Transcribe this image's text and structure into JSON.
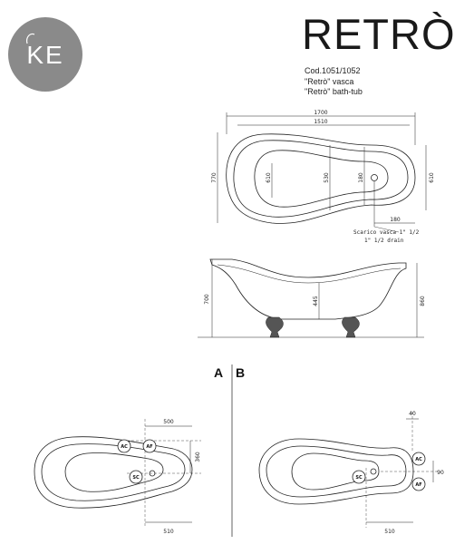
{
  "brand": {
    "logo_text": "KE",
    "color": "#8a8a8a"
  },
  "header": {
    "title": "RETRÒ",
    "code": "Cod.1051/1052",
    "line_it": "\"Retrò\" vasca",
    "line_en": "\"Retrò\" bath-tub"
  },
  "top_view": {
    "overall_length": "1700",
    "inner_length": "1510",
    "overall_width": "770",
    "left_inner": "610",
    "center_1": "530",
    "center_2": "180",
    "right_width": "610",
    "drain_offset": "180",
    "drain_note_it": "Scarico vasca 1\" 1/2",
    "drain_note_en": "1\" 1/2  drain"
  },
  "side_view": {
    "height_left": "700",
    "inner_depth": "445",
    "height_right": "860"
  },
  "sections": {
    "a": "A",
    "b": "B"
  },
  "config_a": {
    "top_dim": "500",
    "side_dim": "360",
    "bottom_dim": "510",
    "tag_ac": "AC",
    "tag_af": "AF",
    "tag_sc": "SC"
  },
  "config_b": {
    "top_dim": "40",
    "side_dim": "90",
    "bottom_dim": "510",
    "tag_ac": "AC",
    "tag_af": "AF",
    "tag_sc": "SC"
  }
}
